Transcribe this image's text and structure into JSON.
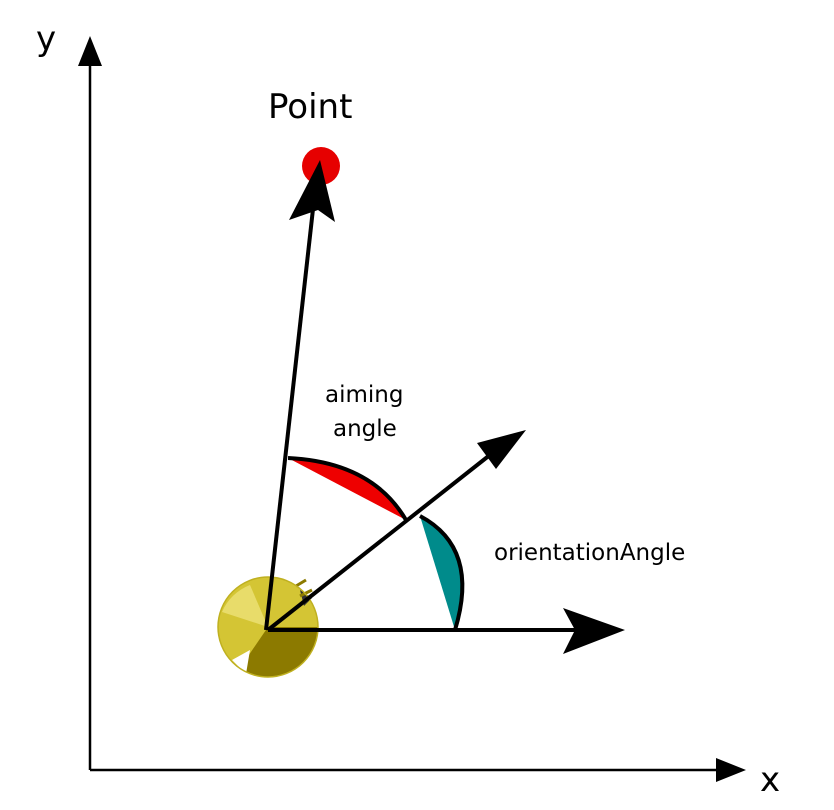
{
  "labels": {
    "y_axis": "y",
    "x_axis": "x",
    "point": "Point",
    "aiming_line1": "aiming",
    "aiming_line2": "angle",
    "orientation": "orientationAngle"
  },
  "colors": {
    "line": "#000000",
    "point": "#e60000",
    "aiming_wedge": "#ee0000",
    "orientation_wedge": "#008b8b",
    "tank_body": "#d4c534",
    "tank_shade": "#8c7a00"
  },
  "icons": {
    "tank": "tank-turret-icon"
  }
}
